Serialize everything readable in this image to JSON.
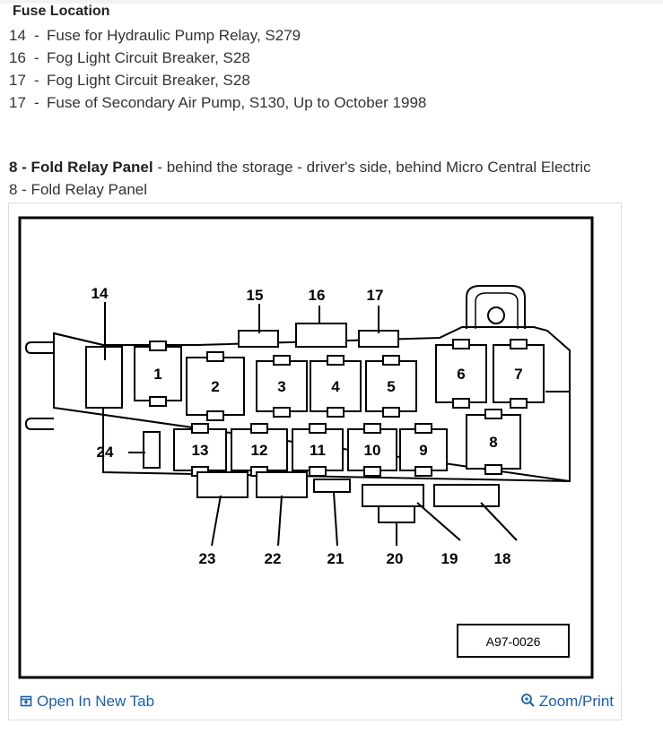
{
  "fuse_location": {
    "heading": "Fuse Location",
    "items": [
      {
        "number": "14",
        "dash": "-",
        "text": "Fuse for Hydraulic Pump Relay, S279"
      },
      {
        "number": "16",
        "dash": "-",
        "text": "Fog Light Circuit Breaker, S28"
      },
      {
        "number": "17",
        "dash": "-",
        "text": "Fog Light Circuit Breaker, S28"
      },
      {
        "number": "17",
        "dash": "-",
        "text": "Fuse of Secondary Air Pump, S130, Up to October 1998"
      }
    ]
  },
  "relay_panel": {
    "title": "8 - Fold Relay Panel",
    "description": " - behind the storage - driver's side, behind Micro Central Electric",
    "caption": "8 - Fold Relay Panel"
  },
  "diagram": {
    "relay_numbers": [
      "1",
      "2",
      "3",
      "4",
      "5",
      "6",
      "7",
      "8",
      "9",
      "10",
      "11",
      "12",
      "13"
    ],
    "callouts": [
      "14",
      "15",
      "16",
      "17",
      "18",
      "19",
      "20",
      "21",
      "22",
      "23",
      "24"
    ],
    "reference_code": "A97-0026"
  },
  "footer": {
    "open_label": "Open In New Tab",
    "zoom_label": "Zoom/Print"
  },
  "colors": {
    "link": "#1a5ea8",
    "text": "#333333"
  },
  "icons": {
    "open": "open-in-new-tab-icon",
    "zoom": "zoom-magnifier-icon"
  }
}
